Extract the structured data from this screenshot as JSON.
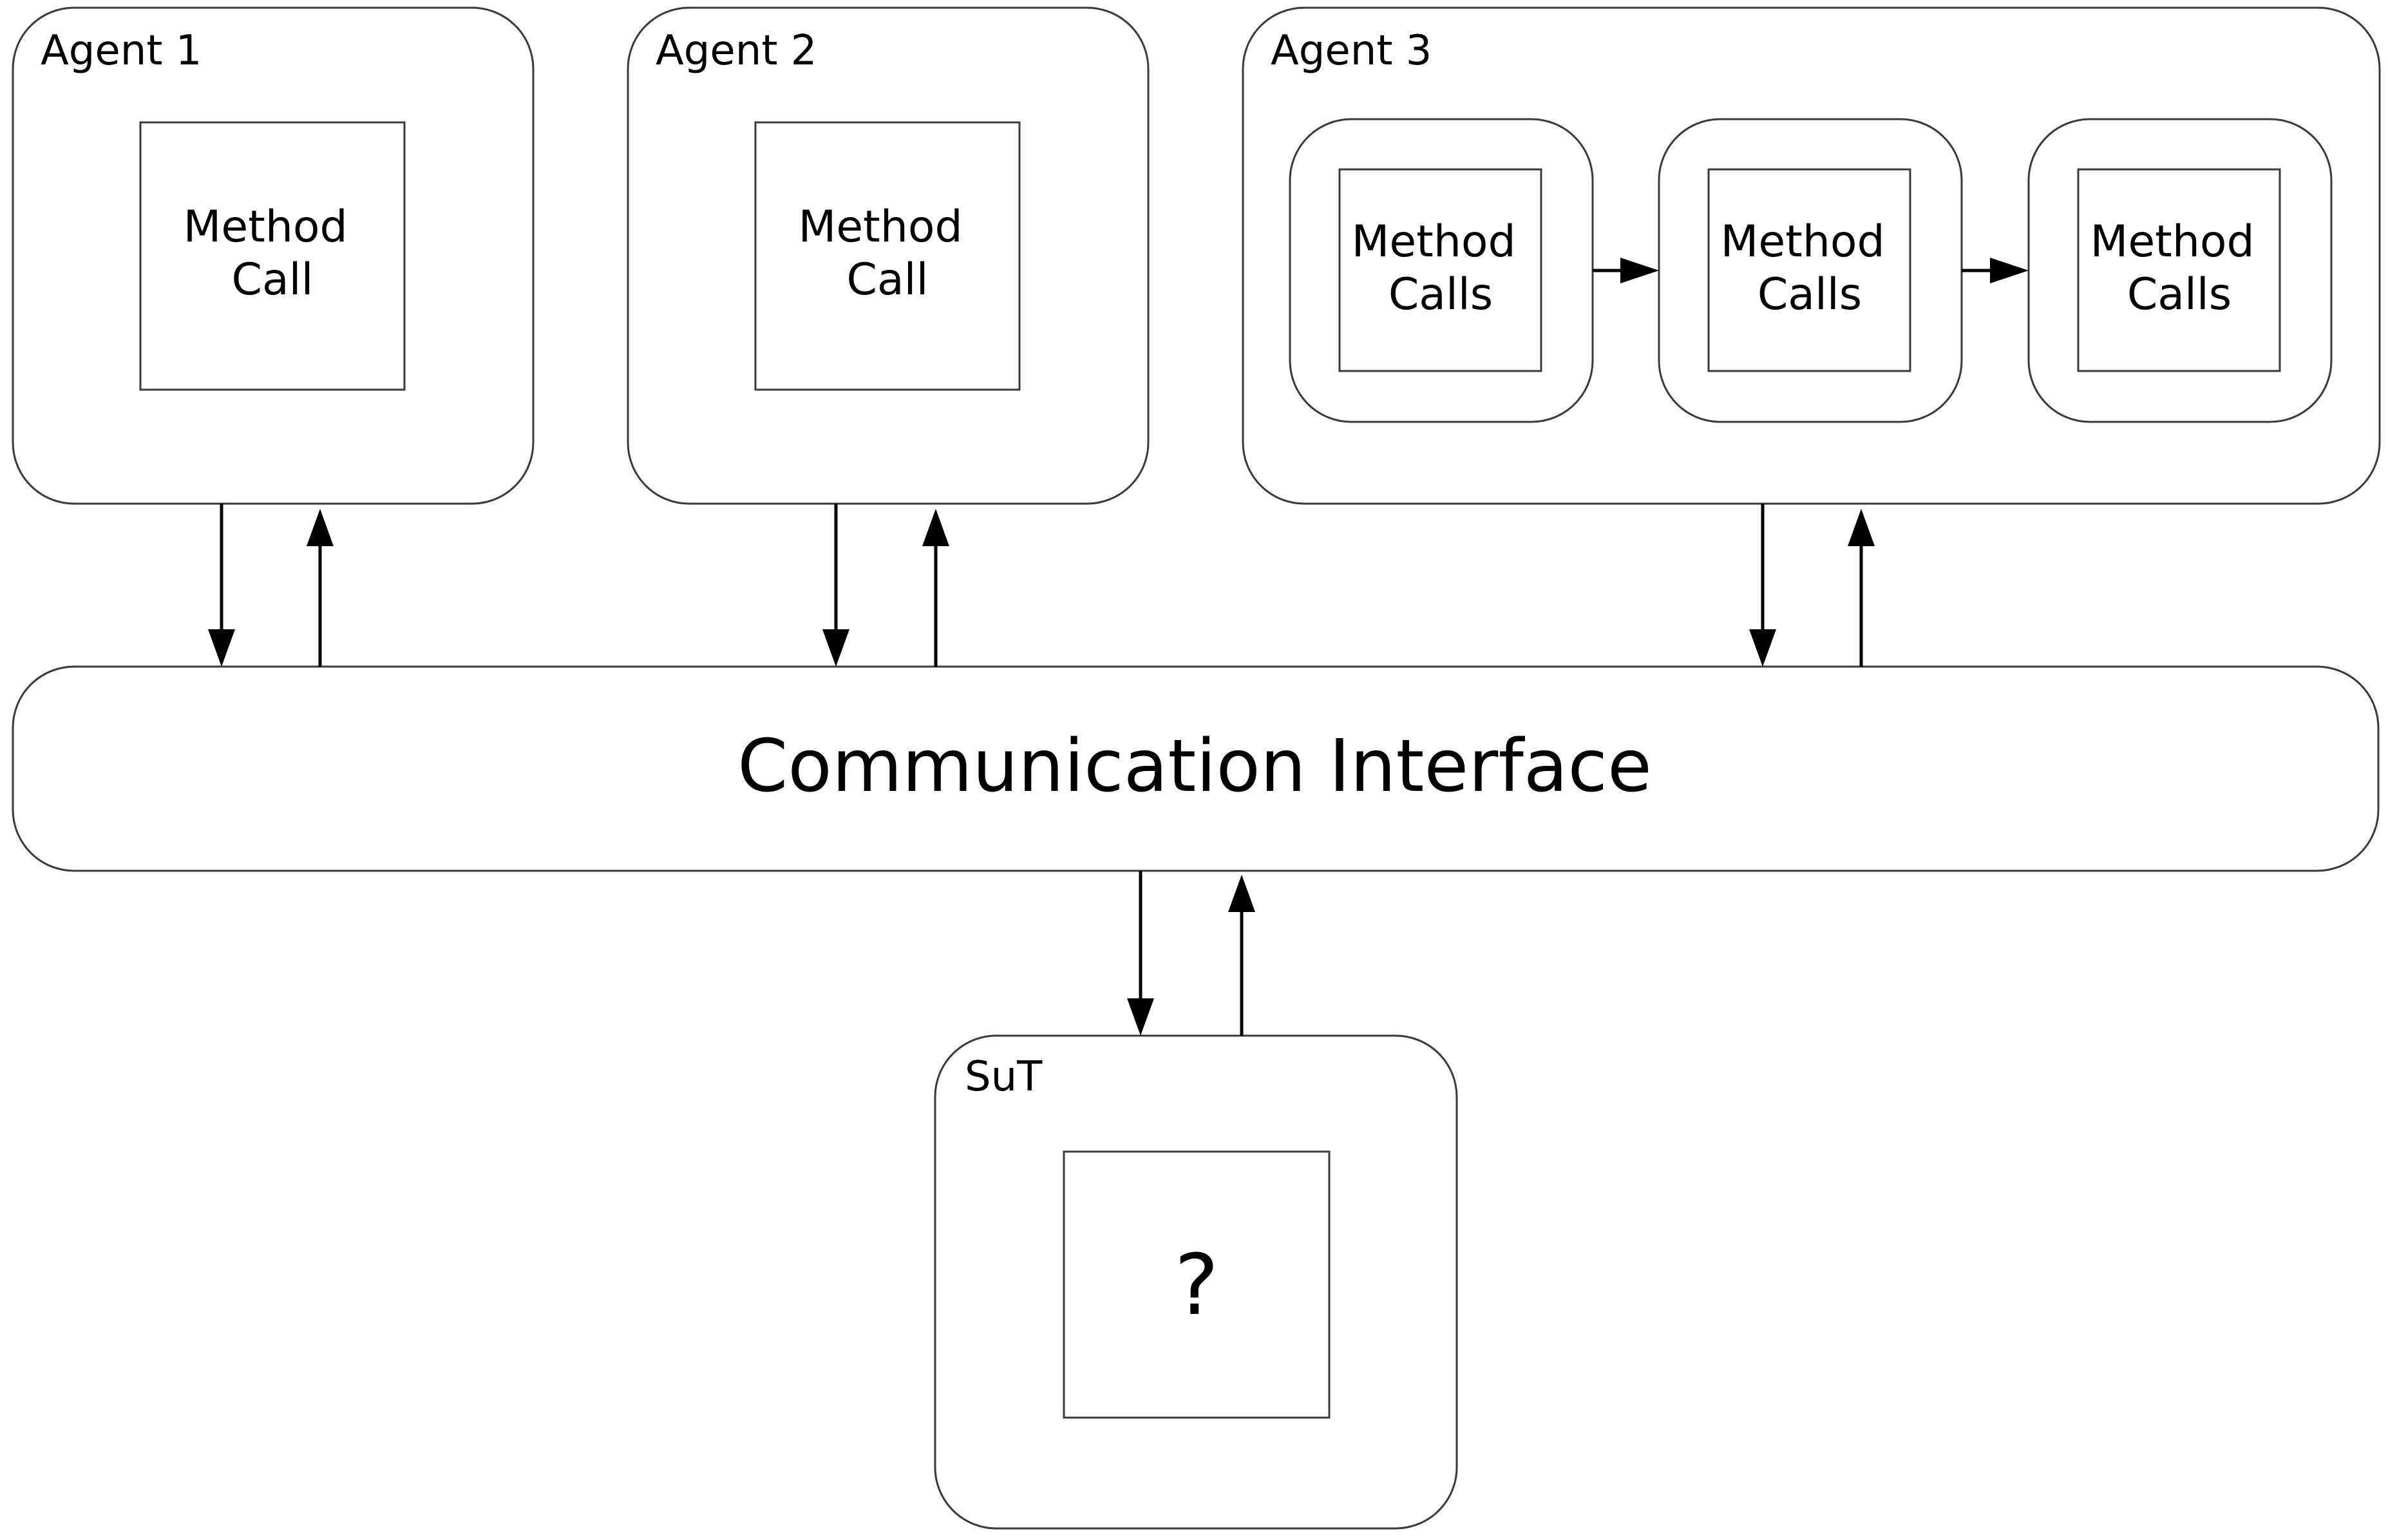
{
  "agents": [
    {
      "title": "Agent 1",
      "method": [
        "Method",
        "Call"
      ]
    },
    {
      "title": "Agent 2",
      "method": [
        "Method",
        "Call"
      ]
    },
    {
      "title": "Agent 3",
      "methods": [
        [
          "Method",
          "Calls"
        ],
        [
          "Method",
          "Calls"
        ],
        [
          "Method",
          "Calls"
        ]
      ]
    }
  ],
  "interface": {
    "label": "Communication Interface"
  },
  "sut": {
    "title": "SuT",
    "content": "?"
  },
  "colors": {
    "stroke": "#3a3a3a",
    "arrow": "#000000",
    "background": "#ffffff"
  }
}
